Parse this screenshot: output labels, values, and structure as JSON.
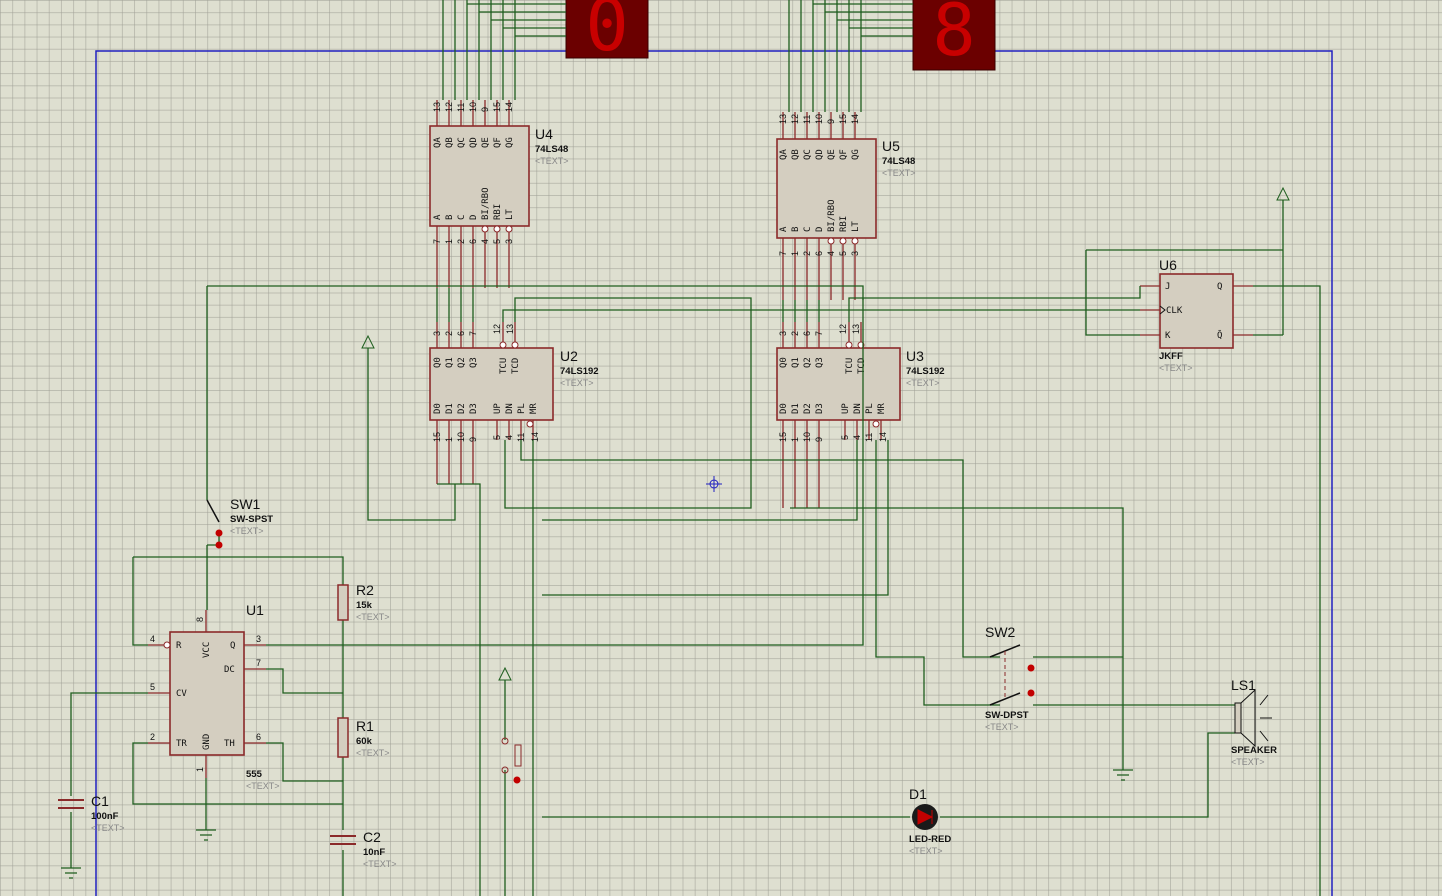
{
  "schematic": {
    "components": {
      "U1": {
        "ref": "U1",
        "value": "555",
        "text": "<TEXT>",
        "pins": [
          "R",
          "VCC",
          "Q",
          "DC",
          "CV",
          "TR",
          "GND",
          "TH"
        ],
        "pin_numbers": [
          "4",
          "8",
          "3",
          "7",
          "5",
          "2",
          "1",
          "6"
        ]
      },
      "U2": {
        "ref": "U2",
        "value": "74LS192",
        "text": "<TEXT>",
        "top_pins": [
          "Q0",
          "Q1",
          "Q2",
          "Q3",
          "TCU",
          "TCD"
        ],
        "top_nums": [
          "3",
          "2",
          "6",
          "7",
          "12",
          "13"
        ],
        "bottom_pins": [
          "D0",
          "D1",
          "D2",
          "D3",
          "UP",
          "DN",
          "PL",
          "MR"
        ],
        "bottom_nums": [
          "15",
          "1",
          "10",
          "9",
          "5",
          "4",
          "11",
          "14"
        ]
      },
      "U3": {
        "ref": "U3",
        "value": "74LS192",
        "text": "<TEXT>"
      },
      "U4": {
        "ref": "U4",
        "value": "74LS48",
        "text": "<TEXT>",
        "top_pins": [
          "QA",
          "QB",
          "QC",
          "QD",
          "QE",
          "QF",
          "QG"
        ],
        "top_nums": [
          "13",
          "12",
          "11",
          "10",
          "9",
          "15",
          "14"
        ],
        "bottom_pins": [
          "A",
          "B",
          "C",
          "D",
          "BI/RBO",
          "RBI",
          "LT"
        ],
        "bottom_nums": [
          "7",
          "1",
          "2",
          "6",
          "4",
          "5",
          "3"
        ]
      },
      "U5": {
        "ref": "U5",
        "value": "74LS48",
        "text": "<TEXT>"
      },
      "U6": {
        "ref": "U6",
        "value": "JKFF",
        "text": "<TEXT>",
        "pins": [
          "J",
          "CLK",
          "K",
          "Q",
          "Q̄"
        ]
      },
      "SW1": {
        "ref": "SW1",
        "value": "SW-SPST",
        "text": "<TEXT>"
      },
      "SW2": {
        "ref": "SW2",
        "value": "SW-DPST",
        "text": "<TEXT>"
      },
      "R1": {
        "ref": "R1",
        "value": "60k",
        "text": "<TEXT>"
      },
      "R2": {
        "ref": "R2",
        "value": "15k",
        "text": "<TEXT>"
      },
      "C1": {
        "ref": "C1",
        "value": "100nF",
        "text": "<TEXT>"
      },
      "C2": {
        "ref": "C2",
        "value": "10nF",
        "text": "<TEXT>"
      },
      "D1": {
        "ref": "D1",
        "value": "LED-RED",
        "text": "<TEXT>"
      },
      "LS1": {
        "ref": "LS1",
        "value": "SPEAKER",
        "text": "<TEXT>"
      }
    },
    "displays": [
      {
        "digit": "0"
      },
      {
        "digit": "8"
      }
    ],
    "colors": {
      "background": "#dedfd0",
      "wire": "#1e5e1e",
      "component": "#8b2a2a",
      "border": "#2020c0",
      "display": "#6b0000",
      "segment": "#c80000"
    }
  }
}
